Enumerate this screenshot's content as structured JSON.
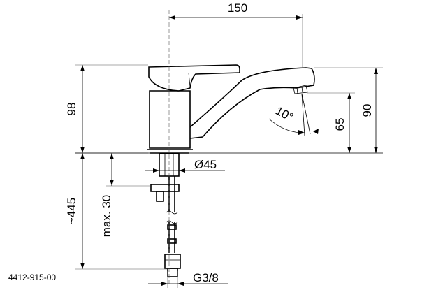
{
  "dimensions": {
    "width_150": "150",
    "height_98": "98",
    "height_90": "90",
    "height_65": "65",
    "angle": "10°",
    "diameter": "Ø45",
    "length_445": "~445",
    "max_30": "max. 30",
    "thread": "G3/8"
  },
  "part_number": "4412-915-00"
}
